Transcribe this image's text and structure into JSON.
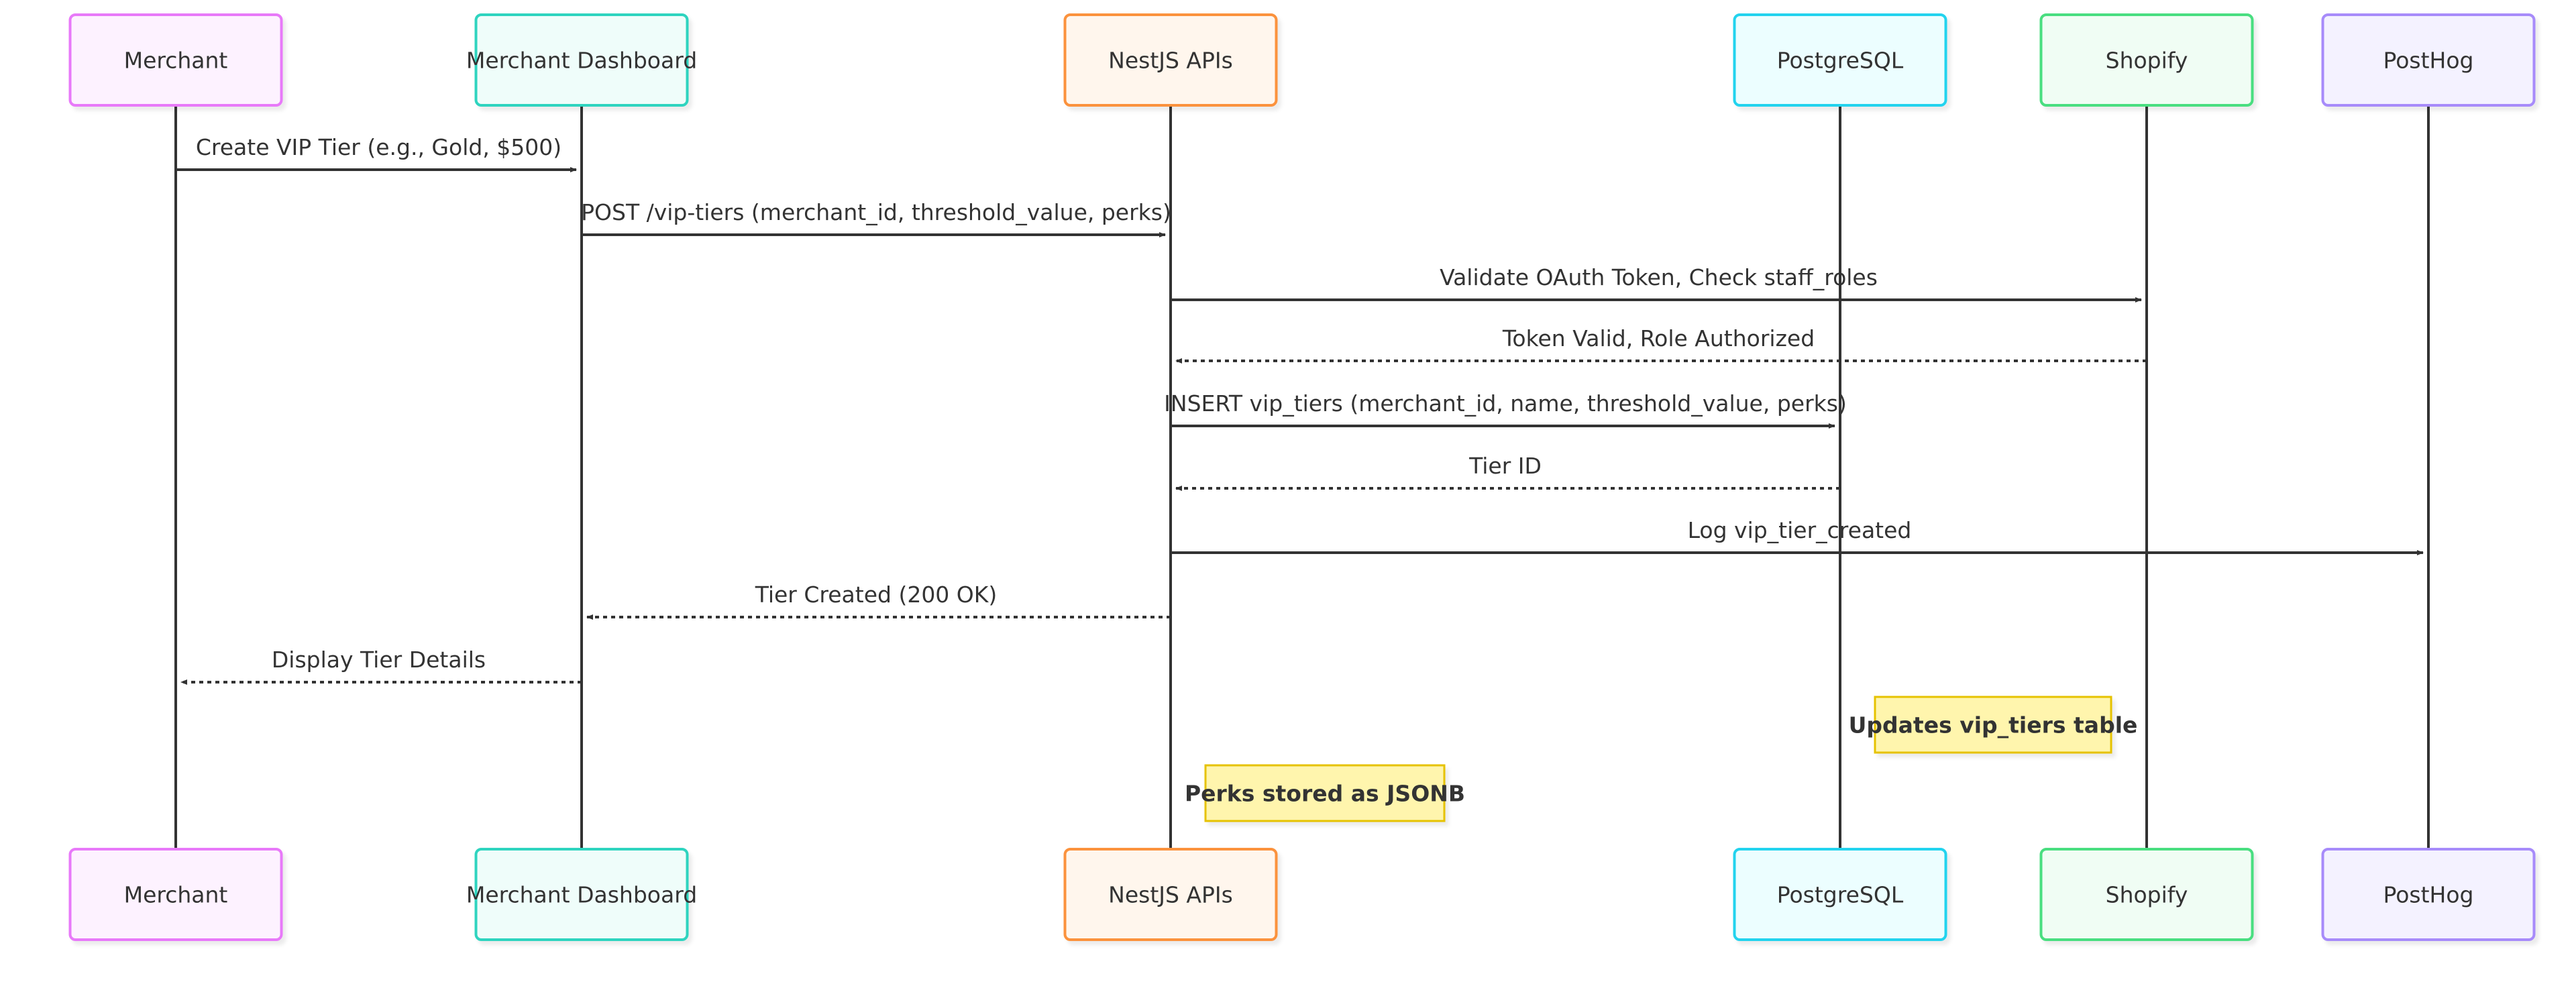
{
  "participants": [
    {
      "id": "merchant",
      "label": "Merchant",
      "fill": "#fdf2ff",
      "stroke": "#e879f9"
    },
    {
      "id": "dashboard",
      "label": "Merchant Dashboard",
      "fill": "#effdfa",
      "stroke": "#2dd4bf"
    },
    {
      "id": "nestjs",
      "label": "NestJS APIs",
      "fill": "#fff6ed",
      "stroke": "#fb923c"
    },
    {
      "id": "postgres",
      "label": "PostgreSQL",
      "fill": "#ecfeff",
      "stroke": "#22d3ee"
    },
    {
      "id": "shopify",
      "label": "Shopify",
      "fill": "#f0fdf4",
      "stroke": "#4ade80"
    },
    {
      "id": "posthog",
      "label": "PostHog",
      "fill": "#f4f2ff",
      "stroke": "#a78bfa"
    }
  ],
  "messages": [
    {
      "from": "merchant",
      "to": "dashboard",
      "label": "Create VIP Tier (e.g., Gold, $500)",
      "style": "solid"
    },
    {
      "from": "dashboard",
      "to": "nestjs",
      "label": "POST /vip-tiers (merchant_id, threshold_value, perks)",
      "style": "solid"
    },
    {
      "from": "nestjs",
      "to": "shopify",
      "label": "Validate OAuth Token, Check staff_roles",
      "style": "solid"
    },
    {
      "from": "shopify",
      "to": "nestjs",
      "label": "Token Valid, Role Authorized",
      "style": "dotted"
    },
    {
      "from": "nestjs",
      "to": "postgres",
      "label": "INSERT vip_tiers (merchant_id, name, threshold_value, perks)",
      "style": "solid"
    },
    {
      "from": "postgres",
      "to": "nestjs",
      "label": "Tier ID",
      "style": "dotted"
    },
    {
      "from": "nestjs",
      "to": "posthog",
      "label": "Log vip_tier_created",
      "style": "solid"
    },
    {
      "from": "nestjs",
      "to": "dashboard",
      "label": "Tier Created (200 OK)",
      "style": "dotted"
    },
    {
      "from": "dashboard",
      "to": "merchant",
      "label": "Display Tier Details",
      "style": "dotted"
    }
  ],
  "notes": [
    {
      "over": "postgres",
      "label": "Updates vip_tiers table"
    },
    {
      "over": "nestjs",
      "label": "Perks stored as JSONB"
    }
  ],
  "colors": {
    "line": "#333333",
    "note_fill": "#fff5ad",
    "note_stroke": "#e6c200"
  }
}
